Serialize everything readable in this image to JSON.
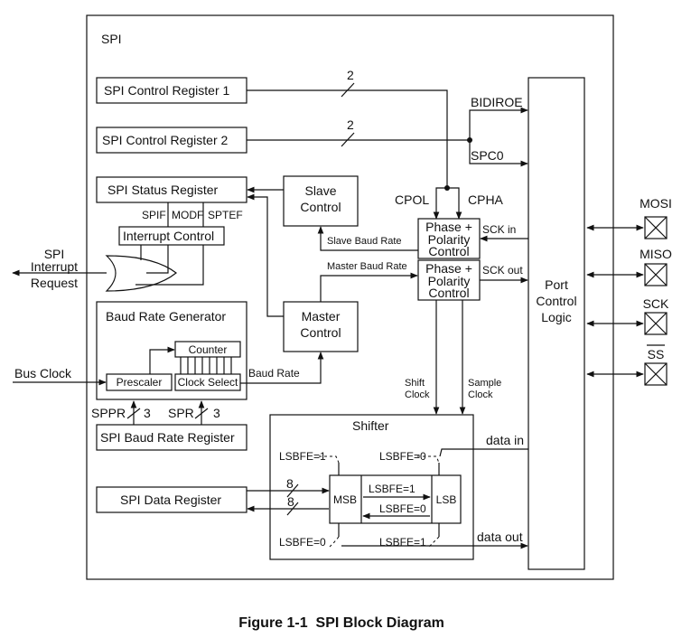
{
  "title": "SPI",
  "caption": "Figure 1-1  SPI Block Diagram",
  "registers": {
    "control1": "SPI Control Register 1",
    "control2": "SPI Control Register 2",
    "status": "SPI Status Register",
    "baud": "SPI Baud Rate Register",
    "data": "SPI Data Register"
  },
  "status_bits": {
    "spif": "SPIF",
    "modf": "MODF",
    "sptef": "SPTEF"
  },
  "blocks": {
    "interrupt_control": "Interrupt Control",
    "slave_control_1": "Slave",
    "slave_control_2": "Control",
    "master_control_1": "Master",
    "master_control_2": "Control",
    "baud_rate_generator": "Baud Rate Generator",
    "counter": "Counter",
    "prescaler": "Prescaler",
    "clock_select": "Clock Select",
    "phase_1": "Phase +",
    "phase_2": "Polarity",
    "phase_3": "Control",
    "port_1": "Port",
    "port_2": "Control",
    "port_3": "Logic",
    "shifter": "Shifter",
    "msb": "MSB",
    "lsb": "LSB"
  },
  "signals": {
    "bidiroe": "BIDIROE",
    "spc0": "SPC0",
    "cpol": "CPOL",
    "cpha": "CPHA",
    "sck_in": "SCK in",
    "sck_out": "SCK out",
    "slave_baud_rate": "Slave Baud Rate",
    "master_baud_rate": "Master Baud Rate",
    "baud_rate": "Baud Rate",
    "bus_clock": "Bus Clock",
    "sppr": "SPPR",
    "spr": "SPR",
    "bus_width_3": "3",
    "bus_width_2": "2",
    "bus_width_8": "8",
    "shift_clock_1": "Shift",
    "shift_clock_2": "Clock",
    "sample_clock_1": "Sample",
    "sample_clock_2": "Clock",
    "data_in": "data in",
    "data_out": "data out",
    "lsbfe1": "LSBFE=1",
    "lsbfe0": "LSBFE=0",
    "interrupt_1": "SPI",
    "interrupt_2": "Interrupt",
    "interrupt_3": "Request"
  },
  "pins": {
    "mosi": "MOSI",
    "miso": "MISO",
    "sck": "SCK",
    "ss": "SS"
  }
}
